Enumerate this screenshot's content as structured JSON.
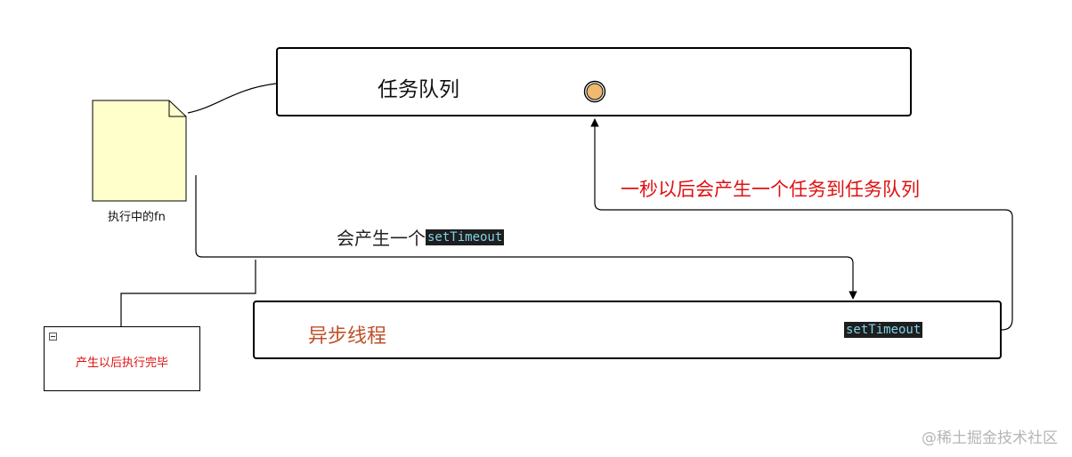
{
  "diagram": {
    "task_queue": {
      "title": "任务队列"
    },
    "async_thread": {
      "title": "异步线程",
      "chip": "setTimeout"
    },
    "executing_fn": {
      "label": "执行中的fn"
    },
    "create_edge": {
      "label": "会产生一个",
      "chip": "setTimeout"
    },
    "produce_edge": {
      "label": "一秒以后会产生一个任务到任务队列"
    },
    "note": {
      "text": "产生以后执行完毕"
    }
  },
  "watermark": "@稀土掘金技术社区",
  "colors": {
    "queue_token": "#f0b96e",
    "document_fill": "#ffffcc",
    "async_title": "#c0502a",
    "red_text": "#e01010",
    "code_chip_bg": "#1e1e1e",
    "code_chip_text": "#7fd3e8"
  }
}
